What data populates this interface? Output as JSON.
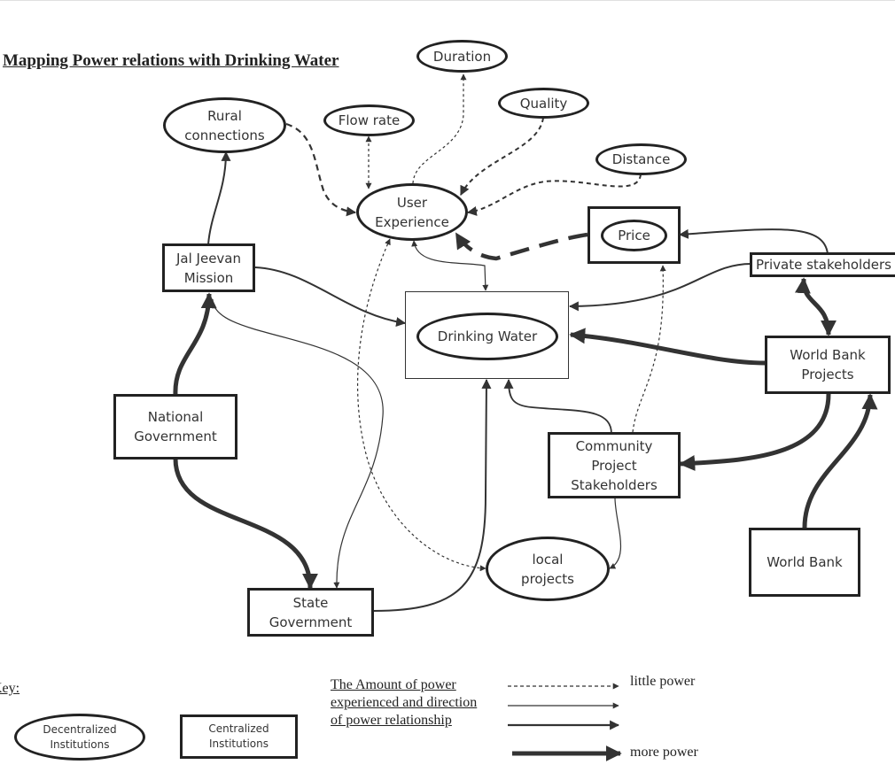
{
  "title": "Mapping Power relations with Drinking Water",
  "nodes": {
    "duration": "Duration",
    "quality": "Quality",
    "flow_rate": "Flow rate",
    "rural_connections": "Rural\nconnections",
    "distance": "Distance",
    "user_experience": "User\nExperience",
    "price": "Price",
    "private_stakeholders": "Private stakeholders",
    "jal_jeevan_mission": "Jal Jeevan\nMission",
    "drinking_water": "Drinking Water",
    "world_bank_projects": "World Bank\nProjects",
    "national_government": "National\nGovernment",
    "community_project_stakeholders": "Community\nProject\nStakeholders",
    "local_projects": "local\nprojects",
    "world_bank": "World Bank",
    "state_government": "State\nGovernment"
  },
  "key": {
    "label": "Key:",
    "decentralized": "Decentralized\nInstitutions",
    "centralized": "Centralized\nInstitutions",
    "amount_line1": "The Amount of power",
    "amount_line2": "experienced and direction",
    "amount_line3": "of power relationship",
    "little_power": "little power",
    "more_power": "more power"
  }
}
